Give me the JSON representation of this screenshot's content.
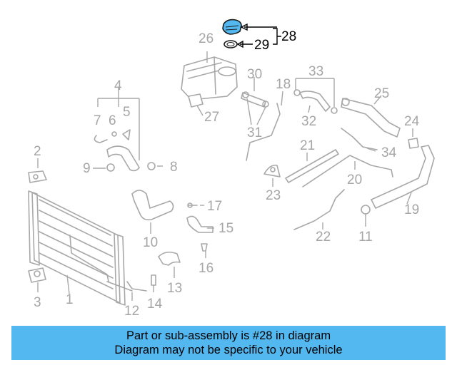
{
  "diagram": {
    "highlight_color": "#54b8f0",
    "highlighted_part": "28",
    "labels": {
      "p1": "1",
      "p2": "2",
      "p3": "3",
      "p4": "4",
      "p5": "5",
      "p6": "6",
      "p7": "7",
      "p8": "8",
      "p9": "9",
      "p10": "10",
      "p11": "11",
      "p12": "12",
      "p13": "13",
      "p14": "14",
      "p15": "15",
      "p16": "16",
      "p17": "17",
      "p18": "18",
      "p19": "19",
      "p20": "20",
      "p21": "21",
      "p22": "22",
      "p23": "23",
      "p24": "24",
      "p25": "25",
      "p26": "26",
      "p27": "27",
      "p28": "28",
      "p29": "29",
      "p30": "30",
      "p31": "31",
      "p32": "32",
      "p33": "33",
      "p34": "34"
    }
  },
  "banner": {
    "background": "#54b8f0",
    "line1": "Part or sub-assembly is #28 in diagram",
    "line2": "Diagram may not be specific to your vehicle"
  }
}
